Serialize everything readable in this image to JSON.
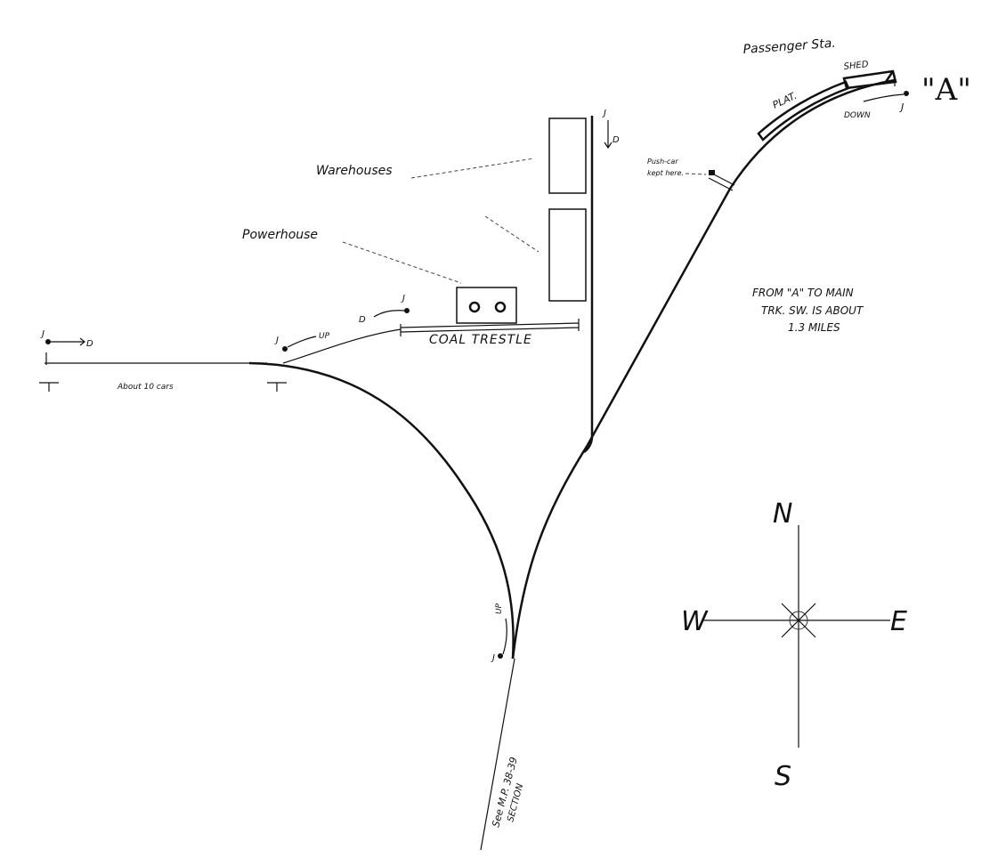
{
  "labels": {
    "passenger_station": "Passenger Sta.",
    "shed": "SHED",
    "platform": "PLAT.",
    "point_a": "\"A\"",
    "down_right": "DOWN",
    "push_car_1": "Push-car",
    "push_car_2": "kept here.",
    "warehouses": "Warehouses",
    "powerhouse": "Powerhouse",
    "coal_trestle": "COAL TRESTLE",
    "note_1": "FROM \"A\" TO MAIN",
    "note_2": "TRK. SW. IS ABOUT",
    "note_3": "1.3 MILES",
    "about_cars": "About 10 cars",
    "up_left": "UP",
    "up_bottom": "UP",
    "d_left": "D",
    "d_trestle": "D",
    "d_top": "D",
    "j_left": "J",
    "j_spur": "J",
    "j_trestle": "J",
    "j_top": "J",
    "j_right": "J",
    "j_bottom": "J",
    "see_section_1": "See M.P. 38-39",
    "see_section_2": "SECTION"
  },
  "compass": {
    "north": "N",
    "south": "S",
    "east": "E",
    "west": "W"
  }
}
